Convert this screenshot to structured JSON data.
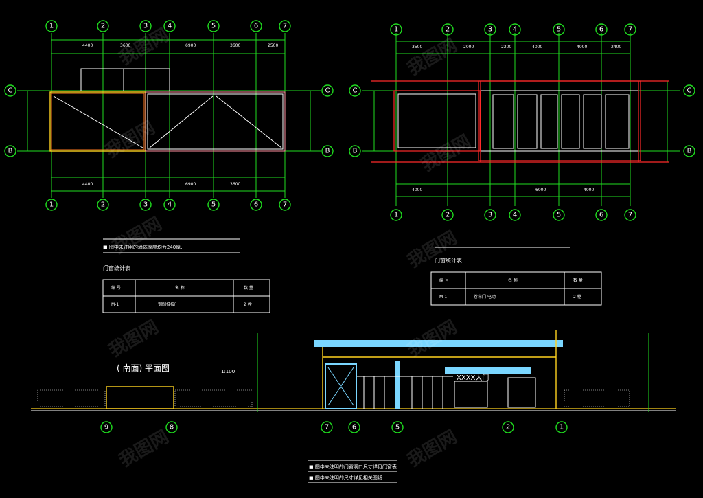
{
  "plan_left": {
    "grid_axes": [
      "1",
      "2",
      "3",
      "4",
      "5",
      "6",
      "7"
    ],
    "row_axes": [
      "C",
      "B"
    ]
  },
  "plan_right": {
    "grid_axes": [
      "1",
      "2",
      "3",
      "4",
      "5",
      "6",
      "7"
    ],
    "row_axes": [
      "C",
      "B"
    ]
  },
  "elevation": {
    "title": "(    南面)    平面图",
    "scale": "1:100",
    "axes": [
      "9",
      "8",
      "7",
      "6",
      "5",
      "2",
      "1"
    ],
    "sign_text": "XXXX大门"
  },
  "tables": {
    "left_title": "门窗统计表",
    "right_title": "门窗统计表",
    "headers": [
      "编 号",
      "名 称",
      "数 量"
    ],
    "left_row": [
      "M-1",
      "钢制推拉门",
      "2 樘"
    ],
    "right_row": [
      "M-1",
      "卷帘门 电动",
      "2 樘"
    ]
  },
  "notes": {
    "note_left": "■  图中未注明的墙体厚度均为240厚.",
    "note_bottom_1": "■  图中未注明的门窗洞口尺寸详见门窗表.",
    "note_bottom_2": "■  图中未注明的尺寸详见相关图纸."
  },
  "watermark": "我图网"
}
